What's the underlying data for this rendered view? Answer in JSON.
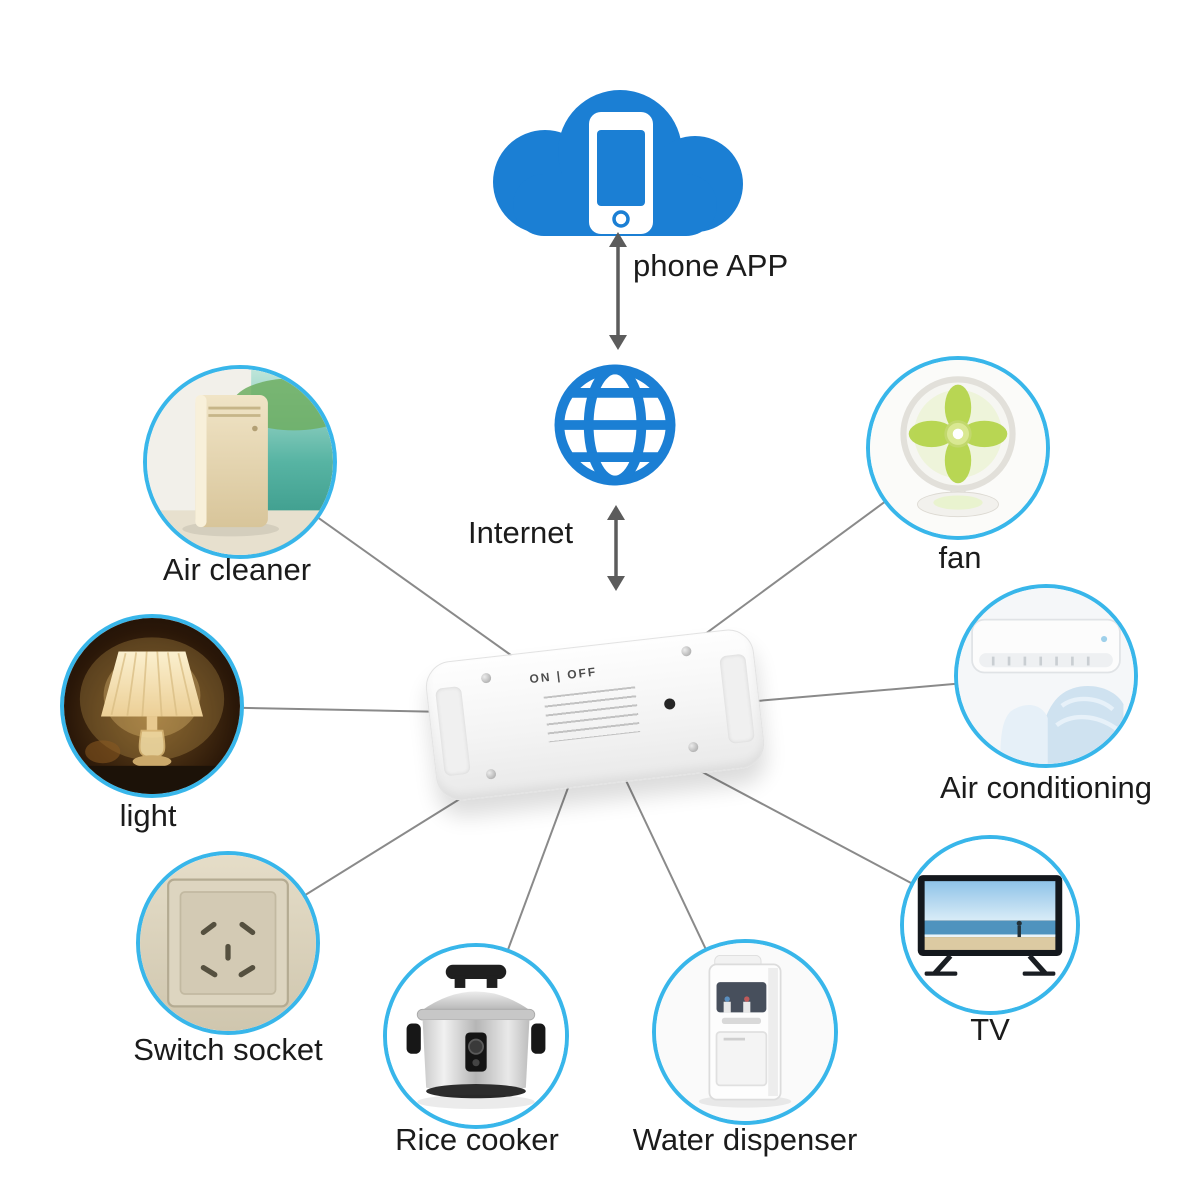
{
  "cloud": {
    "label": "phone APP",
    "icon": "cloud-phone-icon"
  },
  "internet": {
    "label": "Internet",
    "icon": "globe-icon"
  },
  "device": {
    "on_off_label": "ON | OFF"
  },
  "appliances": [
    {
      "id": "air-cleaner",
      "label": "Air cleaner"
    },
    {
      "id": "fan",
      "label": "fan"
    },
    {
      "id": "light",
      "label": "light"
    },
    {
      "id": "air-conditioning",
      "label": "Air conditioning"
    },
    {
      "id": "switch-socket",
      "label": "Switch socket"
    },
    {
      "id": "tv",
      "label": "TV"
    },
    {
      "id": "rice-cooker",
      "label": "Rice cooker"
    },
    {
      "id": "water-dispenser",
      "label": "Water dispenser"
    }
  ],
  "colors": {
    "brand_blue": "#1b7fd4",
    "circle_ring": "#38b6ea",
    "connector_gray": "#8a8a8a",
    "arrow_gray": "#5c5c5c",
    "label_text": "#1b1b1b"
  }
}
